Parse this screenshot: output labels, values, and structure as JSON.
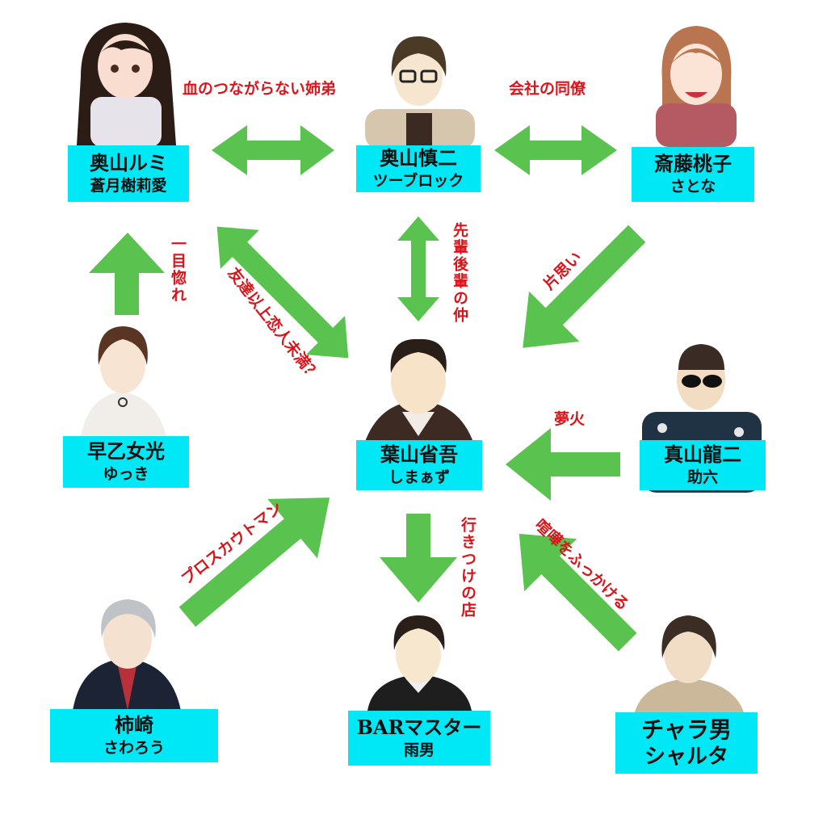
{
  "colors": {
    "arrow": "#5ac24f",
    "label_bg": "#00e8f6",
    "relation_text": "#d8151b"
  },
  "characters": {
    "rumi": {
      "name": "奥山ルミ",
      "actor": "蒼月樹莉愛"
    },
    "shinji": {
      "name": "奥山慎二",
      "actor": "ツーブロック"
    },
    "momoko": {
      "name": "斎藤桃子",
      "actor": "さとな"
    },
    "hikaru": {
      "name": "早乙女光",
      "actor": "ゆっき"
    },
    "shogo": {
      "name": "葉山省吾",
      "actor": "しまぁず"
    },
    "ryuji": {
      "name": "真山龍二",
      "actor": "助六"
    },
    "kakizaki": {
      "name": "柿崎",
      "actor": "さわろう"
    },
    "master": {
      "name": "BARマスター",
      "actor": "雨男"
    },
    "chara": {
      "name": "チャラ男",
      "actor": "シャルタ"
    }
  },
  "relations": {
    "rumi_shinji": "血のつながらない姉弟",
    "shinji_momoko": "会社の同僚",
    "hikaru_rumi": "一目惚れ",
    "rumi_shogo": "友達以上恋人未満？",
    "shinji_shogo": "先輩後輩の仲",
    "momoko_shogo": "片思い",
    "ryuji_shogo": "夢火",
    "kakizaki_shogo": "プロスカウトマン",
    "shogo_master": "行きつけの店",
    "chara_shogo": "喧嘩をふっかける"
  }
}
